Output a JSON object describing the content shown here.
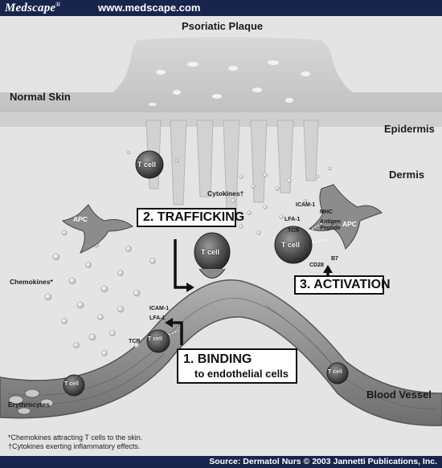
{
  "header": {
    "brand": "Medscape",
    "brand_mark": "®",
    "site_url": "www.medscape.com"
  },
  "diagram": {
    "title": "Psoriatic Plaque",
    "normal_skin": "Normal Skin",
    "epidermis": "Epidermis",
    "dermis": "Dermis",
    "apc": "APC",
    "apc_right": "APC",
    "chemokines": "Chemokines*",
    "cytokines": "Cytokines†",
    "t_cell": "T cell",
    "icam1": "ICAM-1",
    "mhc": "MHC",
    "lfa1": "LFA-1",
    "antigen_peptide": "Antigen Peptide",
    "tcr": "TCR",
    "cd28": "CD28",
    "b7": "B7",
    "erythrocytes": "Erythrocytes",
    "blood_vessel": "Blood Vessel",
    "step_trafficking": "2. TRAFFICKING",
    "step_activation": "3. ACTIVATION",
    "step_binding": "1. BINDING",
    "step_binding_sub": "to endothelial cells",
    "note_chemokines": "*Chemokines attracting T cells to the skin.",
    "note_cytokines": "†Cytokines exerting inflammatory effects."
  },
  "footer": {
    "source": "Source: Dermatol Nurs © 2003 Jannetti Publications, Inc."
  },
  "colors": {
    "bar": "#17244c",
    "tissue": "#e6e6e6",
    "vessel": "#8a8a8a",
    "cell": "#5a5a5a"
  }
}
